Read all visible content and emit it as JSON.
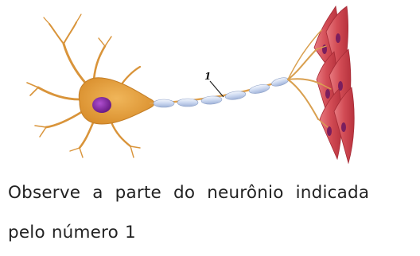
{
  "figure": {
    "label_number": "1"
  },
  "caption": {
    "line1": "Observe a parte do neurônio indicada",
    "line2": "pelo número 1"
  },
  "colors": {
    "cell_body": "#e3a03c",
    "nucleus": "#8a2aa6",
    "myelin": "#c9d6ef",
    "muscle": "#d9575e",
    "text": "#222222"
  }
}
